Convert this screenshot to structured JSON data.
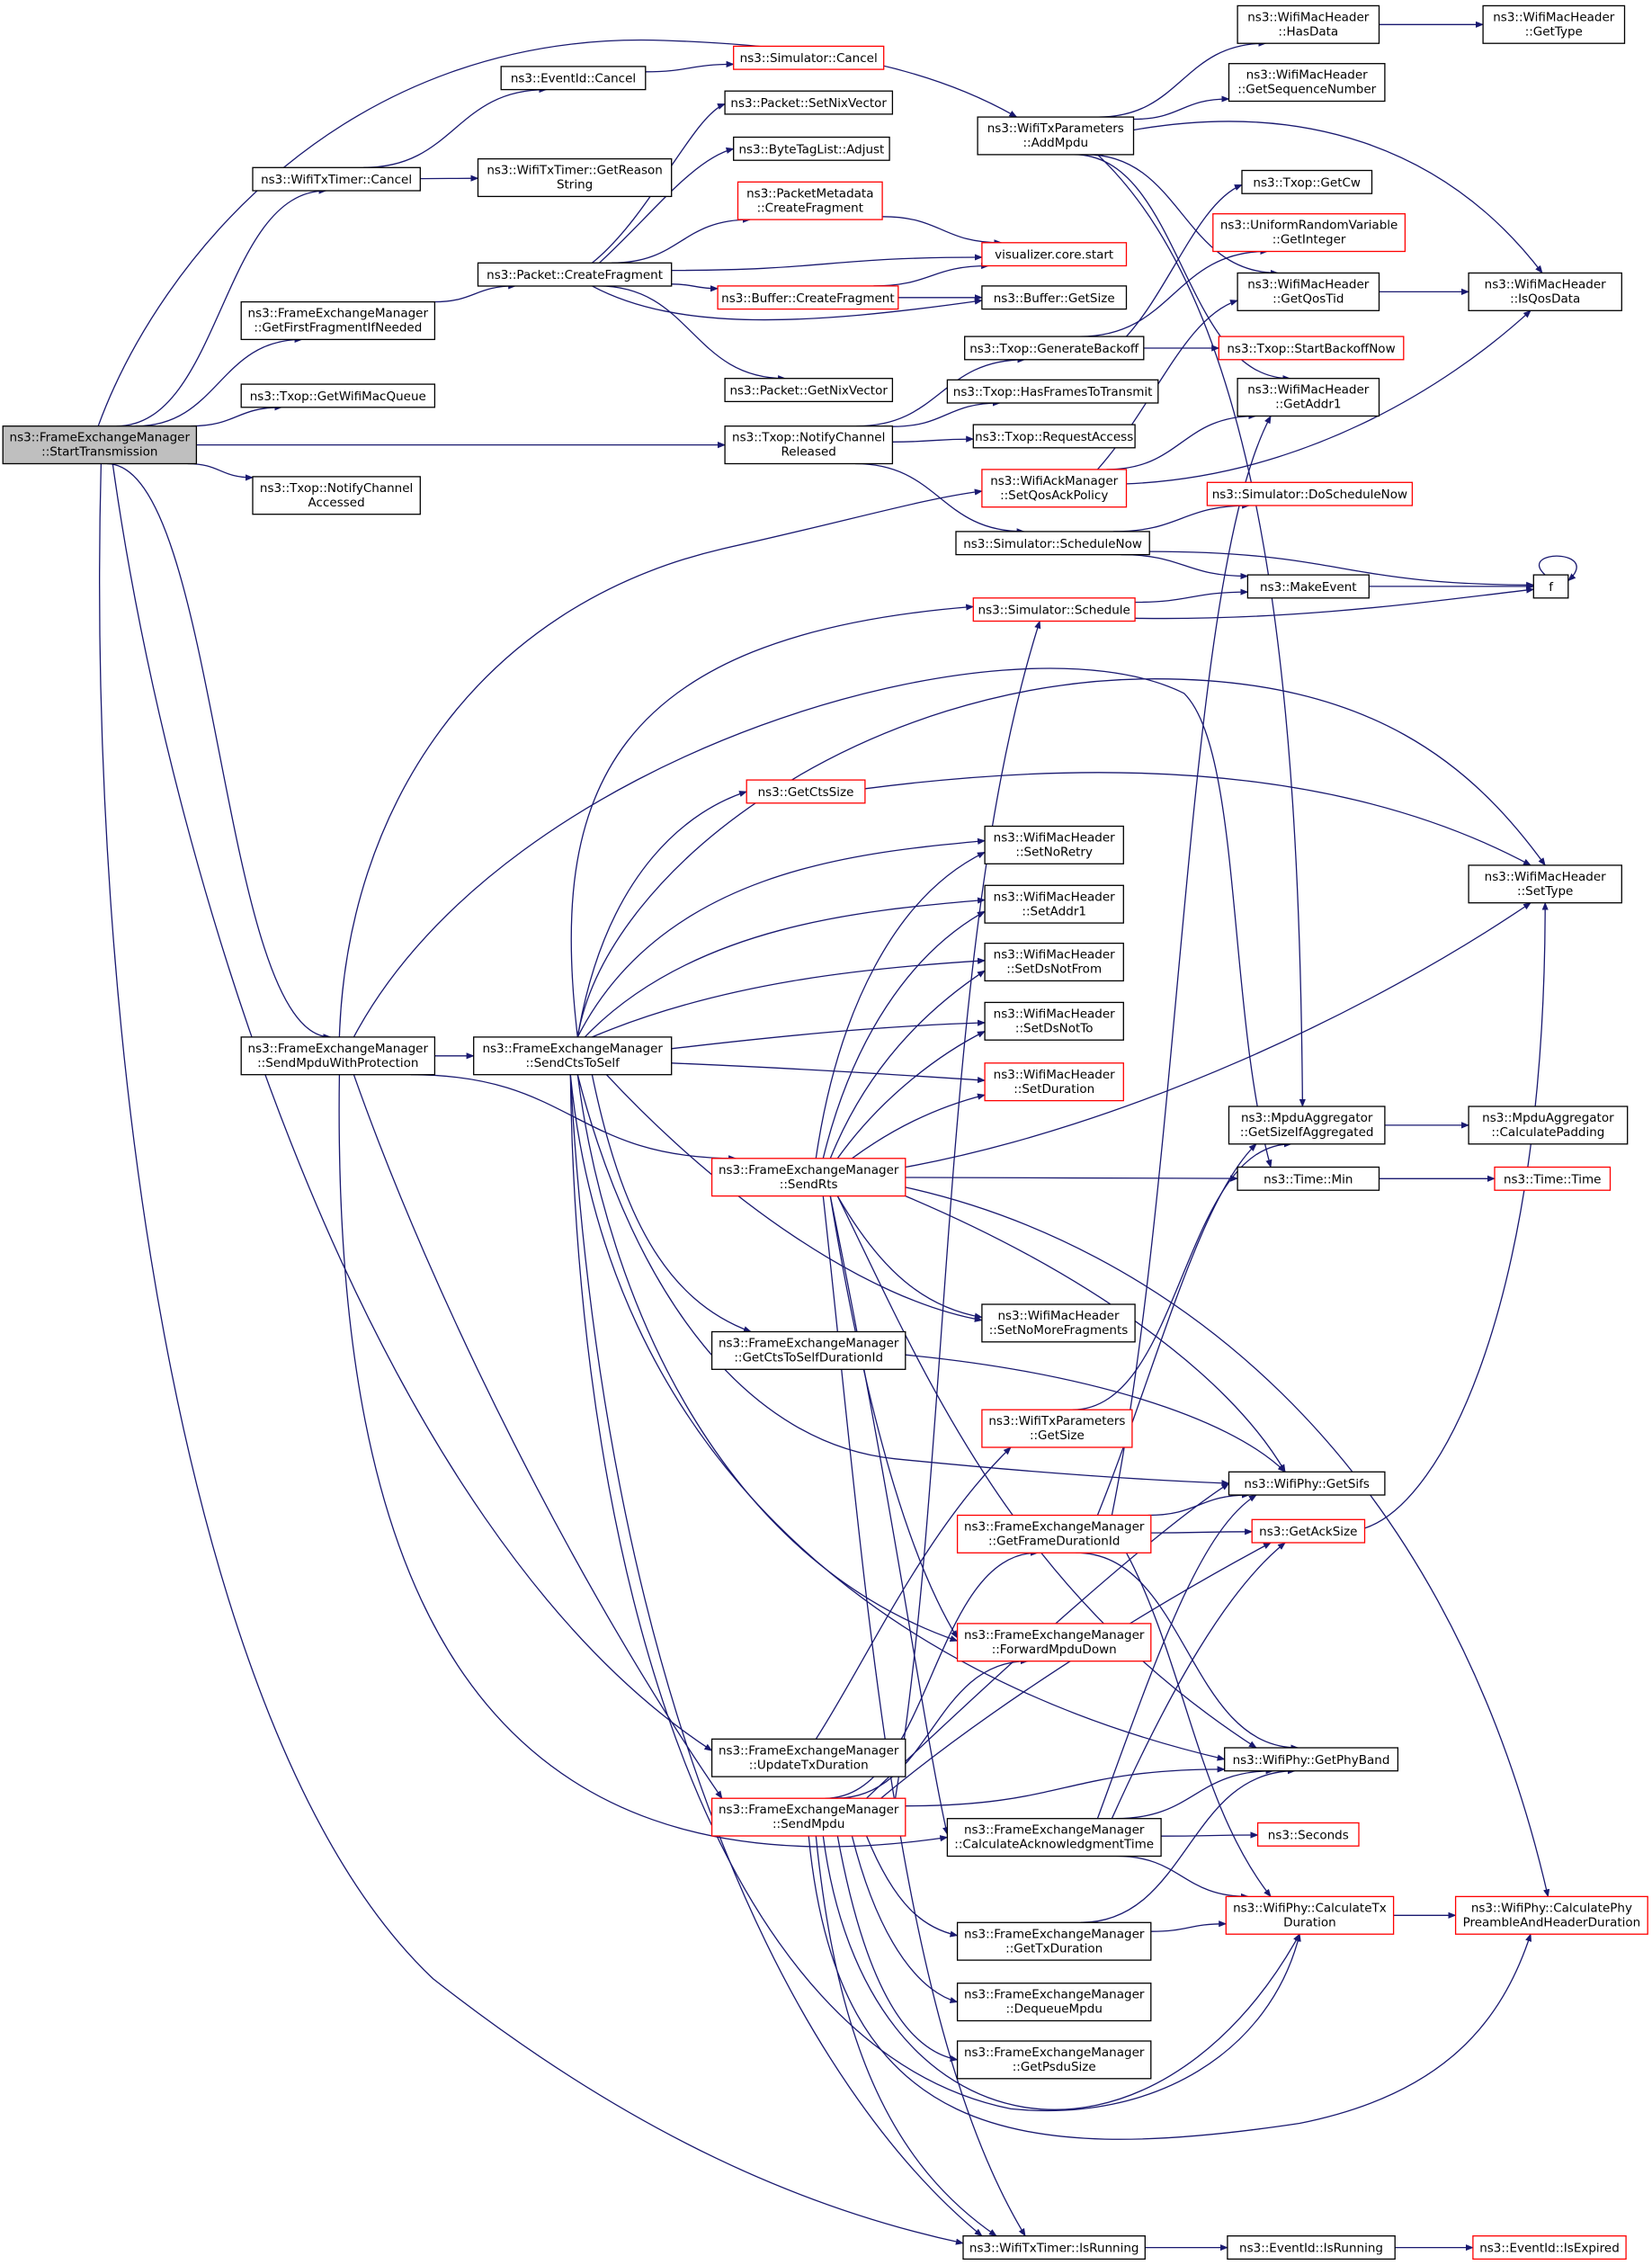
{
  "diagram": {
    "type": "call-graph",
    "colors": {
      "edge": "#191970",
      "root_fill": "#bfbfbf",
      "normal_border": "#000000",
      "truncated_border": "#ff0000",
      "background": "#ffffff"
    },
    "nodes": {
      "root": {
        "lines": [
          "ns3::FrameExchangeManager",
          "::StartTransmission"
        ]
      },
      "ns3_WifiTxTimer_Cancel": {
        "lines": [
          "ns3::WifiTxTimer::Cancel"
        ]
      },
      "ns3_FrameExchangeManager_GetFirstFragmentIfNeeded": {
        "lines": [
          "ns3::FrameExchangeManager",
          "::GetFirstFragmentIfNeeded"
        ]
      },
      "ns3_Txop_GetWifiMacQueue": {
        "lines": [
          "ns3::Txop::GetWifiMacQueue"
        ]
      },
      "ns3_Txop_NotifyChannelAccessed": {
        "lines": [
          "ns3::Txop::NotifyChannel",
          "Accessed"
        ]
      },
      "ns3_FrameExchangeManager_SendMpduWithProtection": {
        "lines": [
          "ns3::FrameExchangeManager",
          "::SendMpduWithProtection"
        ]
      },
      "ns3_EventId_Cancel": {
        "lines": [
          "ns3::EventId::Cancel"
        ]
      },
      "ns3_WifiTxTimer_GetReasonString": {
        "lines": [
          "ns3::WifiTxTimer::GetReason",
          "String"
        ]
      },
      "ns3_Packet_CreateFragment": {
        "lines": [
          "ns3::Packet::CreateFragment"
        ]
      },
      "ns3_Txop_NotifyChannelReleased": {
        "lines": [
          "ns3::Txop::NotifyChannel",
          "Released"
        ]
      },
      "ns3_FrameExchangeManager_SendCtsToSelf": {
        "lines": [
          "ns3::FrameExchangeManager",
          "::SendCtsToSelf"
        ]
      },
      "ns3_Simulator_Cancel": {
        "lines": [
          "ns3::Simulator::Cancel"
        ]
      },
      "ns3_Packet_SetNixVector": {
        "lines": [
          "ns3::Packet::SetNixVector"
        ]
      },
      "ns3_ByteTagList_Adjust": {
        "lines": [
          "ns3::ByteTagList::Adjust"
        ]
      },
      "ns3_PacketMetadata_CreateFragment": {
        "lines": [
          "ns3::PacketMetadata",
          "::CreateFragment"
        ]
      },
      "ns3_Buffer_CreateFragment": {
        "lines": [
          "ns3::Buffer::CreateFragment"
        ]
      },
      "ns3_Packet_GetNixVector": {
        "lines": [
          "ns3::Packet::GetNixVector"
        ]
      },
      "ns3_GetCtsSize": {
        "lines": [
          "ns3::GetCtsSize"
        ]
      },
      "ns3_FrameExchangeManager_SendRts": {
        "lines": [
          "ns3::FrameExchangeManager",
          "::SendRts"
        ]
      },
      "ns3_FrameExchangeManager_GetCtsToSelfDurationId": {
        "lines": [
          "ns3::FrameExchangeManager",
          "::GetCtsToSelfDurationId"
        ]
      },
      "ns3_FrameExchangeManager_UpdateTxDuration": {
        "lines": [
          "ns3::FrameExchangeManager",
          "::UpdateTxDuration"
        ]
      },
      "ns3_FrameExchangeManager_SendMpdu": {
        "lines": [
          "ns3::FrameExchangeManager",
          "::SendMpdu"
        ]
      },
      "ns3_WifiTxParameters_AddMpdu": {
        "lines": [
          "ns3::WifiTxParameters",
          "::AddMpdu"
        ]
      },
      "visualizer_core_start": {
        "lines": [
          "visualizer.core.start"
        ]
      },
      "ns3_Buffer_GetSize": {
        "lines": [
          "ns3::Buffer::GetSize"
        ]
      },
      "ns3_Txop_GenerateBackoff": {
        "lines": [
          "ns3::Txop::GenerateBackoff"
        ]
      },
      "ns3_Txop_HasFramesToTransmit": {
        "lines": [
          "ns3::Txop::HasFramesToTransmit"
        ]
      },
      "ns3_Txop_RequestAccess": {
        "lines": [
          "ns3::Txop::RequestAccess"
        ]
      },
      "ns3_WifiAckManager_SetQosAckPolicy": {
        "lines": [
          "ns3::WifiAckManager",
          "::SetQosAckPolicy"
        ]
      },
      "ns3_Simulator_ScheduleNow": {
        "lines": [
          "ns3::Simulator::ScheduleNow"
        ]
      },
      "ns3_Simulator_Schedule": {
        "lines": [
          "ns3::Simulator::Schedule"
        ]
      },
      "ns3_WifiMacHeader_SetNoRetry": {
        "lines": [
          "ns3::WifiMacHeader",
          "::SetNoRetry"
        ]
      },
      "ns3_WifiMacHeader_SetAddr1": {
        "lines": [
          "ns3::WifiMacHeader",
          "::SetAddr1"
        ]
      },
      "ns3_WifiMacHeader_SetDsNotFrom": {
        "lines": [
          "ns3::WifiMacHeader",
          "::SetDsNotFrom"
        ]
      },
      "ns3_WifiMacHeader_SetDsNotTo": {
        "lines": [
          "ns3::WifiMacHeader",
          "::SetDsNotTo"
        ]
      },
      "ns3_WifiMacHeader_SetDuration": {
        "lines": [
          "ns3::WifiMacHeader",
          "::SetDuration"
        ]
      },
      "ns3_WifiMacHeader_SetNoMoreFragments": {
        "lines": [
          "ns3::WifiMacHeader",
          "::SetNoMoreFragments"
        ]
      },
      "ns3_WifiTxParameters_GetSize": {
        "lines": [
          "ns3::WifiTxParameters",
          "::GetSize"
        ]
      },
      "ns3_FrameExchangeManager_GetFrameDurationId": {
        "lines": [
          "ns3::FrameExchangeManager",
          "::GetFrameDurationId"
        ]
      },
      "ns3_FrameExchangeManager_ForwardMpduDown": {
        "lines": [
          "ns3::FrameExchangeManager",
          "::ForwardMpduDown"
        ]
      },
      "ns3_FrameExchangeManager_CalculateAcknowledgmentTime": {
        "lines": [
          "ns3::FrameExchangeManager",
          "::CalculateAcknowledgmentTime"
        ]
      },
      "ns3_FrameExchangeManager_GetTxDuration": {
        "lines": [
          "ns3::FrameExchangeManager",
          "::GetTxDuration"
        ]
      },
      "ns3_FrameExchangeManager_DequeueMpdu": {
        "lines": [
          "ns3::FrameExchangeManager",
          "::DequeueMpdu"
        ]
      },
      "ns3_FrameExchangeManager_GetPsduSize": {
        "lines": [
          "ns3::FrameExchangeManager",
          "::GetPsduSize"
        ]
      },
      "ns3_WifiTxTimer_IsRunning": {
        "lines": [
          "ns3::WifiTxTimer::IsRunning"
        ]
      },
      "ns3_WifiMacHeader_HasData": {
        "lines": [
          "ns3::WifiMacHeader",
          "::HasData"
        ]
      },
      "ns3_WifiMacHeader_GetSequenceNumber": {
        "lines": [
          "ns3::WifiMacHeader",
          "::GetSequenceNumber"
        ]
      },
      "ns3_Txop_GetCw": {
        "lines": [
          "ns3::Txop::GetCw"
        ]
      },
      "ns3_UniformRandomVariable_GetInteger": {
        "lines": [
          "ns3::UniformRandomVariable",
          "::GetInteger"
        ]
      },
      "ns3_WifiMacHeader_GetQosTid": {
        "lines": [
          "ns3::WifiMacHeader",
          "::GetQosTid"
        ]
      },
      "ns3_Txop_StartBackoffNow": {
        "lines": [
          "ns3::Txop::StartBackoffNow"
        ]
      },
      "ns3_WifiMacHeader_GetAddr1": {
        "lines": [
          "ns3::WifiMacHeader",
          "::GetAddr1"
        ]
      },
      "ns3_Simulator_DoScheduleNow": {
        "lines": [
          "ns3::Simulator::DoScheduleNow"
        ]
      },
      "ns3_MakeEvent": {
        "lines": [
          "ns3::MakeEvent"
        ]
      },
      "ns3_MpduAggregator_GetSizeIfAggregated": {
        "lines": [
          "ns3::MpduAggregator",
          "::GetSizeIfAggregated"
        ]
      },
      "ns3_Time_Min": {
        "lines": [
          "ns3::Time::Min"
        ]
      },
      "ns3_WifiPhy_GetSifs": {
        "lines": [
          "ns3::WifiPhy::GetSifs"
        ]
      },
      "ns3_GetAckSize": {
        "lines": [
          "ns3::GetAckSize"
        ]
      },
      "ns3_WifiPhy_GetPhyBand": {
        "lines": [
          "ns3::WifiPhy::GetPhyBand"
        ]
      },
      "ns3_Seconds": {
        "lines": [
          "ns3::Seconds"
        ]
      },
      "ns3_WifiPhy_CalculateTxDuration": {
        "lines": [
          "ns3::WifiPhy::CalculateTx",
          "Duration"
        ]
      },
      "ns3_EventId_IsRunning": {
        "lines": [
          "ns3::EventId::IsRunning"
        ]
      },
      "ns3_WifiMacHeader_GetType": {
        "lines": [
          "ns3::WifiMacHeader",
          "::GetType"
        ]
      },
      "ns3_WifiMacHeader_IsQosData": {
        "lines": [
          "ns3::WifiMacHeader",
          "::IsQosData"
        ]
      },
      "f": {
        "lines": [
          "f"
        ]
      },
      "ns3_WifiMacHeader_SetType": {
        "lines": [
          "ns3::WifiMacHeader",
          "::SetType"
        ]
      },
      "ns3_MpduAggregator_CalculatePadding": {
        "lines": [
          "ns3::MpduAggregator",
          "::CalculatePadding"
        ]
      },
      "ns3_Time_Time": {
        "lines": [
          "ns3::Time::Time"
        ]
      },
      "ns3_WifiPhy_CalculatePhyPreambleAndHeaderDuration": {
        "lines": [
          "ns3::WifiPhy::CalculatePhy",
          "PreambleAndHeaderDuration"
        ]
      },
      "ns3_EventId_IsExpired": {
        "lines": [
          "ns3::EventId::IsExpired"
        ]
      }
    }
  }
}
